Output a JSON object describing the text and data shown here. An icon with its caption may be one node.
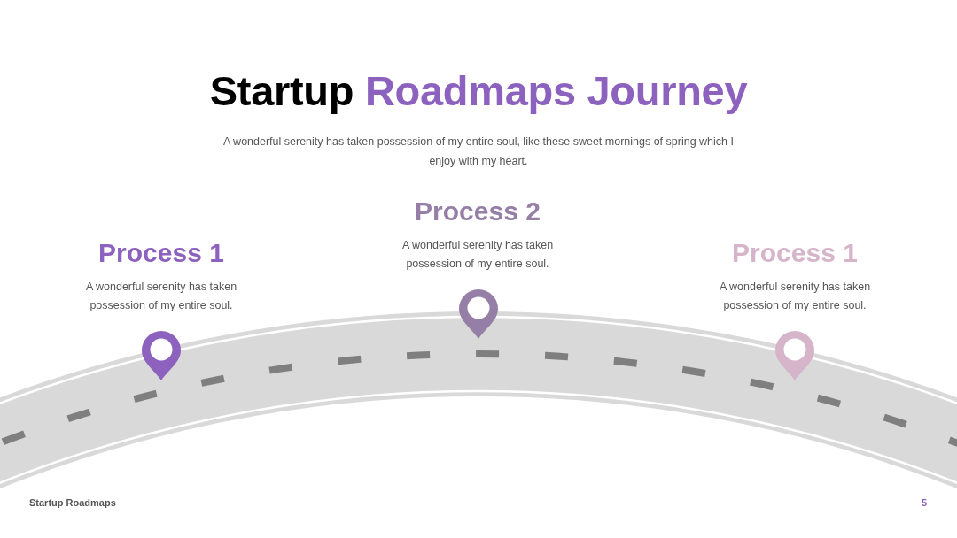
{
  "diagram": {
    "title": "Startup Roadmaps Journey",
    "labels": [
      "A wonderful serenity has taken possession of my entire soul, like these sweet mornings of spring which I enjoy with my heart.",
      "Process 1",
      "A wonderful serenity has taken possession of my entire soul.",
      "Process 2",
      "A wonderful serenity has taken possession of my entire soul.",
      "Process 1",
      "A wonderful serenity has taken possession of my entire soul.",
      "Startup Roadmaps",
      "5"
    ]
  }
}
